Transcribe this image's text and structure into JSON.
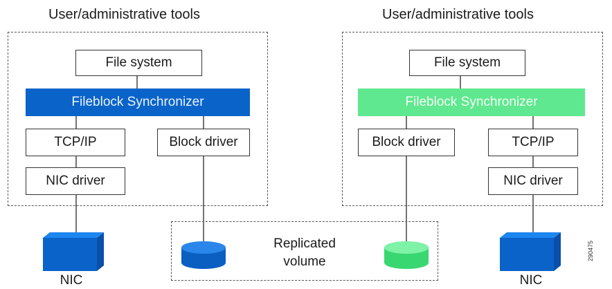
{
  "left": {
    "title": "User/administrative tools",
    "file_system": "File system",
    "synchronizer": "Fileblock Synchronizer",
    "tcpip": "TCP/IP",
    "block_driver": "Block driver",
    "nic_driver": "NIC driver",
    "nic_label": "NIC",
    "sync_color": "#0a63c9"
  },
  "right": {
    "title": "User/administrative tools",
    "file_system": "File system",
    "synchronizer": "Fileblock Synchronizer",
    "block_driver": "Block driver",
    "tcpip": "TCP/IP",
    "nic_driver": "NIC driver",
    "nic_label": "NIC",
    "sync_color": "#5fe88f"
  },
  "replicated_volume": {
    "line1": "Replicated",
    "line2": "volume"
  },
  "figure_id": "290475"
}
